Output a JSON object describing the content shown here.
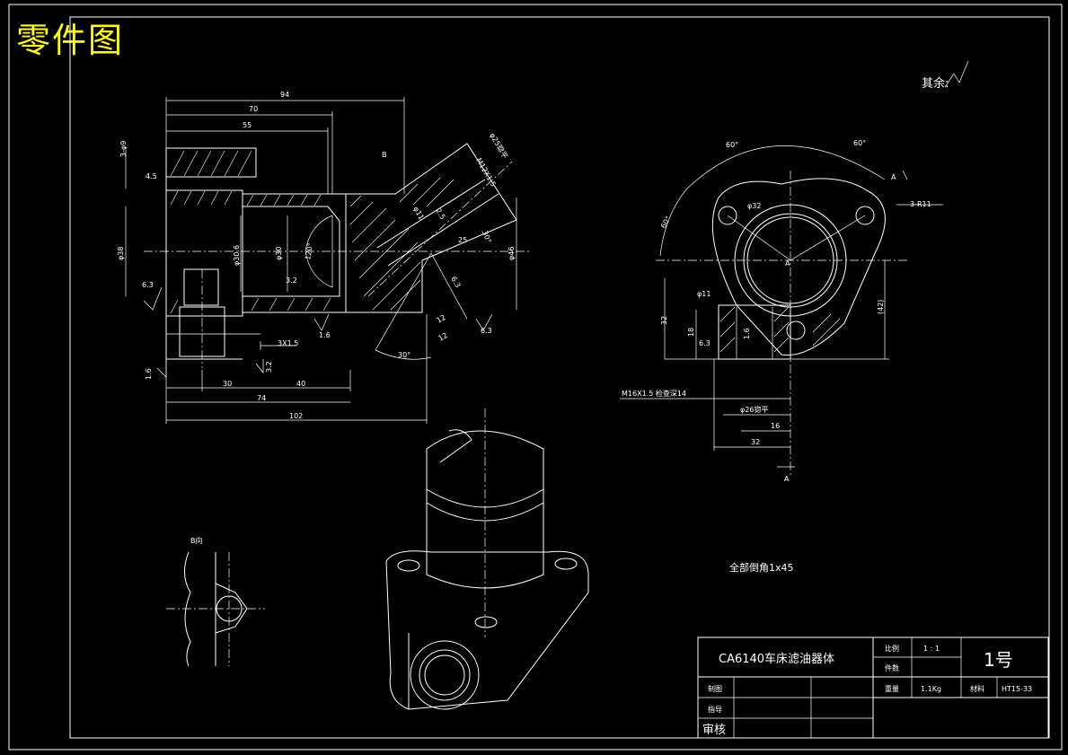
{
  "sheet_title": "零件图",
  "roughness_note": "其余:",
  "chamfer_note": "全部倒角1x45",
  "section_label_b": "B",
  "section_label_a": "A",
  "view_b_label": "B向",
  "front_view_dims": {
    "d94": "94",
    "d70": "70",
    "d55": "55",
    "d3_d9": "3-φ9",
    "d4_5": "4.5",
    "d638": "φ38",
    "d630_6": "φ30.6",
    "d630": "φ30",
    "d120": "120°",
    "r6_3a": "6.3",
    "r3_2": "3.2",
    "d3x1_5": "3X1.5",
    "r1_6a": "1.6",
    "r1_6b": "1.6",
    "r3_2b": "3.2",
    "d30": "30",
    "d40": "40",
    "d74": "74",
    "d102": "102",
    "d_thread": "M12X1.5",
    "d_cone": "φ25锪平",
    "d_d11": "φ11",
    "d2_5": "2.5",
    "d25": "25",
    "d30deg": "30°",
    "d46": "φ46",
    "r6_3b": "6.3",
    "r6_3c": "6.3",
    "d12a": "12",
    "d12b": "12",
    "d30deg2": "30°"
  },
  "side_view_dims": {
    "a60_1": "60°",
    "a60_2": "60°",
    "a60_3": "60°",
    "d_d32": "φ32",
    "d3_r11": "3-R11",
    "d_d11": "φ11",
    "d32": "32",
    "d18": "18",
    "d42": "(42)",
    "r6_3": "6.3",
    "r1_6": "1.6",
    "thread": "M16X1.5  检查深14",
    "d26": "φ26锪平",
    "d16": "16",
    "d32b": "32"
  },
  "title_block": {
    "part_name": "CA6140车床滤油器体",
    "scale_label": "比例",
    "scale_value": "1 : 1",
    "count_label": "件数",
    "drawing_no": "1号",
    "drawer_label": "制图",
    "weight_label": "重量",
    "weight_value": "1.1Kg",
    "material_label": "材料",
    "material_value": "HT15-33",
    "guide_label": "指导",
    "review_label": "审核"
  }
}
